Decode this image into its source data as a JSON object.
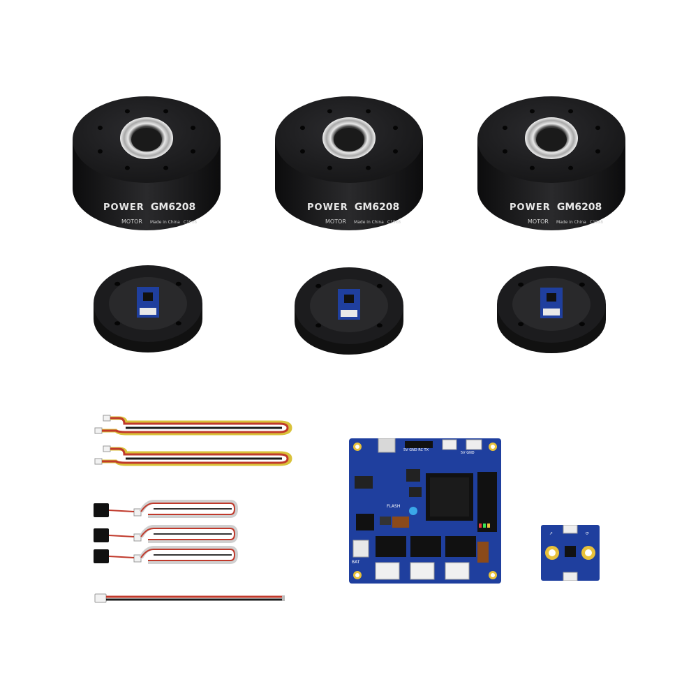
{
  "motors": [
    {
      "brand_top": "POWER",
      "brand_bottom": "MOTOR",
      "model": "GM6208",
      "origin": "Made in China",
      "serial": "C19x8"
    },
    {
      "brand_top": "POWER",
      "brand_bottom": "MOTOR",
      "model": "GM6208",
      "origin": "Made in China",
      "serial": "C19x8"
    },
    {
      "brand_top": "POWER",
      "brand_bottom": "MOTOR",
      "model": "GM6208",
      "origin": "Made in China",
      "serial": "C19x8"
    }
  ],
  "controller": {
    "flash_label": "FLASH",
    "bat_label": "BAT",
    "header_label": "5V GND RC TX",
    "aux_label": "5V GND"
  },
  "colors": {
    "motor_body": "#1b1b1d",
    "pcb_blue": "#1f3f9e",
    "wire_red": "#c0392b",
    "wire_yellow": "#d9c23a",
    "wire_black": "#1a1a1a",
    "pad_gold": "#e8c13a"
  }
}
